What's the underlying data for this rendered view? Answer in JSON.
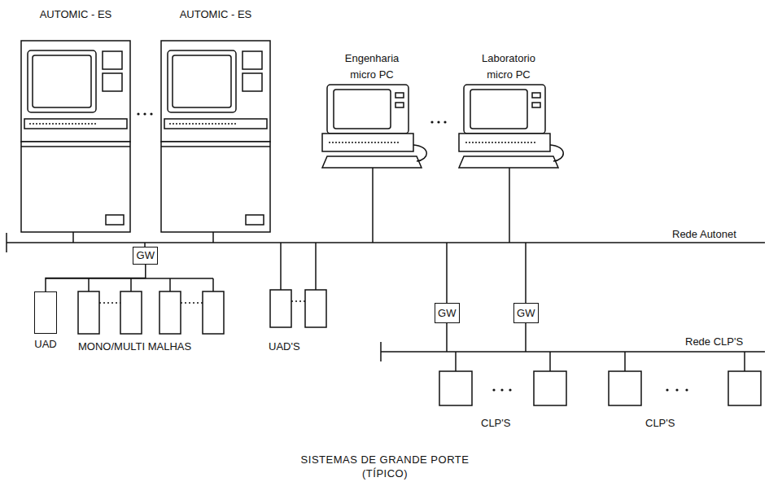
{
  "diagram": {
    "caption": "SISTEMAS DE GRANDE PORTE (TÍPICO)",
    "nodes": [
      {
        "text": [
          "AUTOMIC - ES"
        ]
      },
      {
        "text": [
          "AUTOMIC - ES"
        ]
      },
      {
        "text": [
          "Engenharia micro PC"
        ]
      },
      {
        "text": [
          "Laboratorio micro PC"
        ]
      },
      {
        "text": [
          "GW"
        ]
      },
      {
        "text": [
          "UAD"
        ]
      },
      {
        "text": [
          "GW"
        ]
      },
      {
        "text": [
          "GW"
        ]
      }
    ],
    "edges": [
      {
        "from": 4,
        "to": 5,
        "arrow": "none"
      }
    ],
    "labels": [
      "Rede Autonet",
      "Rede CLP'S",
      "MONO/MULTI MALHAS",
      "UAD'S",
      "CLP'S",
      "CLP'S"
    ]
  }
}
